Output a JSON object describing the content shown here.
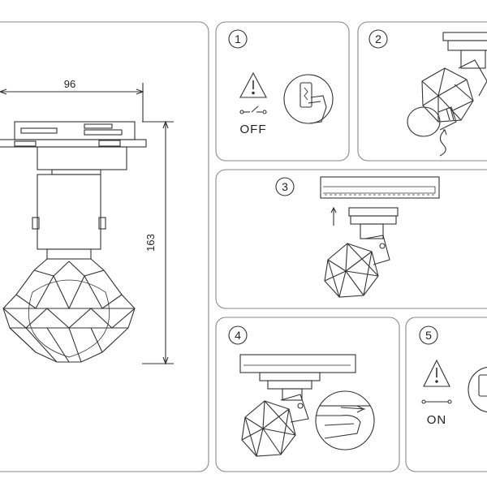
{
  "dimensions": {
    "width_label": "96",
    "height_label": "163"
  },
  "steps": [
    {
      "number": "1",
      "state_label": "OFF"
    },
    {
      "number": "2"
    },
    {
      "number": "3"
    },
    {
      "number": "4"
    },
    {
      "number": "5",
      "state_label": "ON"
    }
  ],
  "icons": [
    "warning-triangle-icon",
    "switch-icon",
    "hand-press-icon",
    "bulb-icon",
    "twist-arrow-icon",
    "up-arrow-icon"
  ],
  "colors": {
    "stroke": "#333333",
    "panel_border": "#888888",
    "background": "#ffffff"
  }
}
